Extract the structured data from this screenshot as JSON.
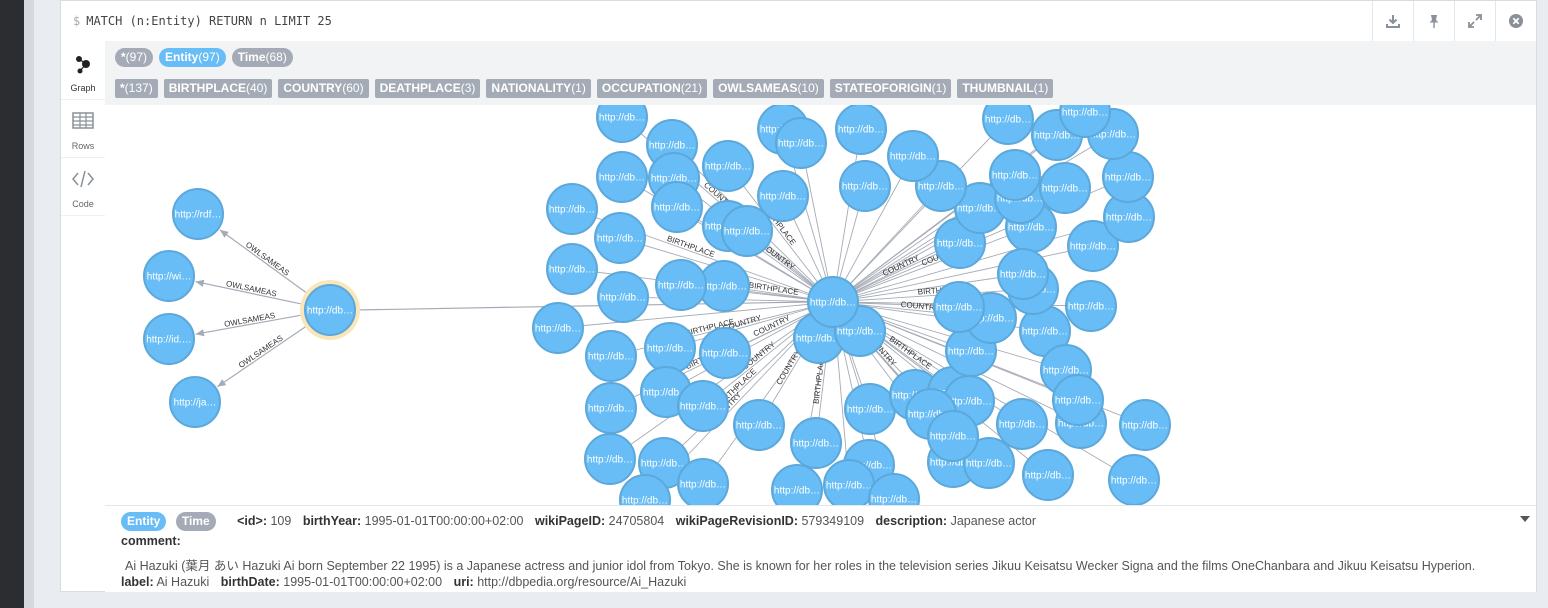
{
  "query": {
    "prompt": "$",
    "text": "MATCH (n:Entity) RETURN n LIMIT 25"
  },
  "toolbar": {
    "icons": [
      "download-icon",
      "pin-icon",
      "expand-icon",
      "close-icon"
    ]
  },
  "sidebar": {
    "items": [
      {
        "label": "Graph",
        "icon": "graph-icon"
      },
      {
        "label": "Rows",
        "icon": "table-icon"
      },
      {
        "label": "Code",
        "icon": "code-icon"
      }
    ]
  },
  "node_labels": [
    {
      "name": "*",
      "count": "(97)"
    },
    {
      "name": "Entity",
      "count": "(97)"
    },
    {
      "name": "Time",
      "count": "(68)"
    }
  ],
  "rel_types": [
    {
      "name": "*",
      "count": "(137)"
    },
    {
      "name": "BIRTHPLACE",
      "count": "(40)"
    },
    {
      "name": "COUNTRY",
      "count": "(60)"
    },
    {
      "name": "DEATHPLACE",
      "count": "(3)"
    },
    {
      "name": "NATIONALITY",
      "count": "(1)"
    },
    {
      "name": "OCCUPATION",
      "count": "(21)"
    },
    {
      "name": "OWLSAMEAS",
      "count": "(10)"
    },
    {
      "name": "STATEOFORIGIN",
      "count": "(1)"
    },
    {
      "name": "THUMBNAIL",
      "count": "(1)"
    }
  ],
  "graph": {
    "colors": {
      "node": "#68bdf6",
      "node_stroke": "#5ca8db",
      "selected_ring": "#fbe6b9",
      "edge": "#a5abb6"
    },
    "selected_label": "http://db…",
    "owl_nodes": [
      "http://rdf…",
      "http://wi…",
      "http://id.…",
      "http://ja…"
    ],
    "owl_rel": "OWLSAMEAS",
    "hub_label": "http://db…",
    "cluster_label": "http://db…",
    "edge_labels": [
      "COUNTRY",
      "BIRTHPLACE",
      "COUNTRY",
      "BIRTHPLACE",
      "COUNTRY",
      "COUNTRY",
      "BIRTHPLACE",
      "COUNTRY",
      "BIRTHPLACE",
      "COUNTRY",
      "COUNTRY",
      "BIRTHPLACE",
      "COUNTRY",
      "COUNTRY",
      "BIRTHPLACE",
      "COUNTRY",
      "BIRTHPLACE",
      "COUNTRY",
      "COUNTRY",
      "BIRTHPLACE",
      "COUNTRY",
      "BIRTHPLACE",
      "COUNTRY",
      "COUNTRY"
    ]
  },
  "details": {
    "labels": [
      "Entity",
      "Time"
    ],
    "props_row1": [
      {
        "key": "<id>:",
        "value": "109"
      },
      {
        "key": "birthYear:",
        "value": "1995-01-01T00:00:00+02:00"
      },
      {
        "key": "wikiPageID:",
        "value": "24705804"
      },
      {
        "key": "wikiPageRevisionID:",
        "value": "579349109"
      },
      {
        "key": "description:",
        "value": "Japanese actor"
      }
    ],
    "comment_key": "comment:",
    "comment_value": "Ai Hazuki (葉月 あい Hazuki Ai born September 22 1995) is a Japanese actress and junior idol from Tokyo. She is known for her roles in the television series Jikuu Keisatsu Wecker Signa and the films OneChanbara and Jikuu Keisatsu Hyperion.",
    "props_row3": [
      {
        "key": "label:",
        "value": "Ai Hazuki"
      },
      {
        "key": "birthDate:",
        "value": "1995-01-01T00:00:00+02:00"
      },
      {
        "key": "uri:",
        "value": "http://dbpedia.org/resource/Ai_Hazuki"
      }
    ]
  }
}
